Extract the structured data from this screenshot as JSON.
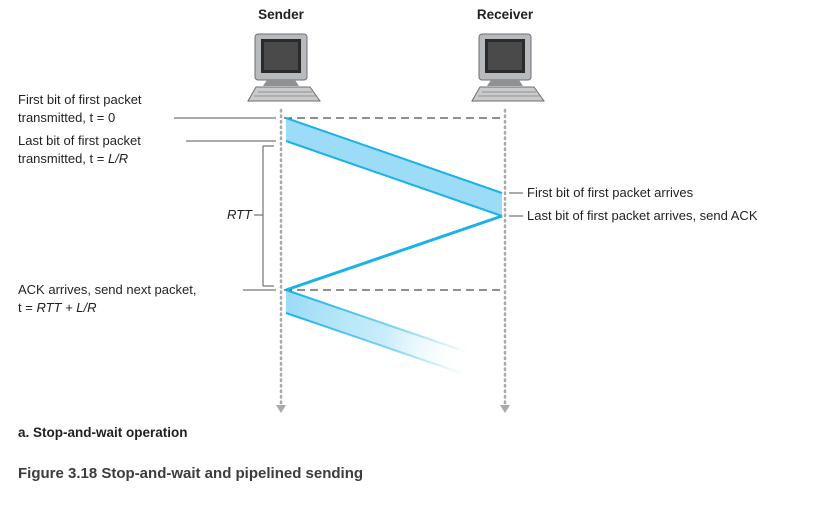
{
  "sender_label": "Sender",
  "receiver_label": "Receiver",
  "labels": {
    "first_bit_sent_1": "First bit of first packet",
    "first_bit_sent_2": "transmitted, t = 0",
    "last_bit_sent_1": "Last bit of first packet",
    "last_bit_sent_2_prefix": "transmitted, t = ",
    "last_bit_sent_2_var": "L/R",
    "rtt": "RTT",
    "ack_arrives_1": "ACK arrives, send next packet,",
    "ack_arrives_2_prefix": "t = ",
    "ack_arrives_2_var": "RTT + L/R",
    "first_bit_arrives": "First bit of first packet arrives",
    "last_bit_arrives": "Last bit of first packet arrives, send ACK"
  },
  "subcaption": "a. Stop-and-wait operation",
  "caption": "Figure 3.18 Stop-and-wait and pipelined sending",
  "colors": {
    "packet_fill": "#9cdcf6",
    "packet_edge": "#1ab2e8",
    "ack_line": "#1ab2e8",
    "timeline_dots": "#a7a9ac",
    "leader_lines": "#555555"
  }
}
